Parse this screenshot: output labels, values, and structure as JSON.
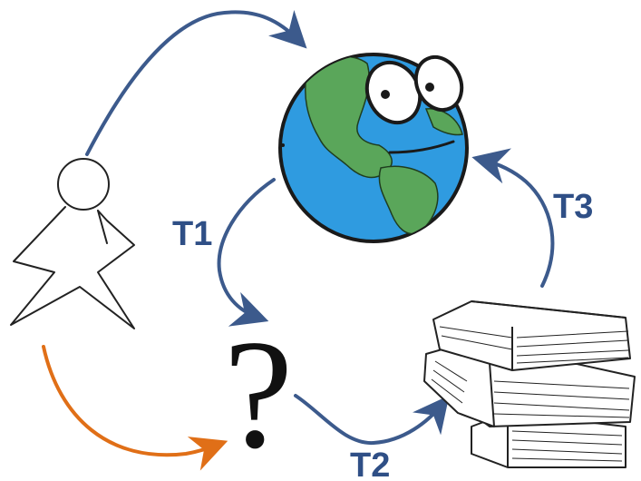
{
  "labels": {
    "t1": "T1",
    "t2": "T2",
    "t3": "T3",
    "question": "?"
  },
  "colors": {
    "arrow_blue": "#3c5a8c",
    "arrow_orange": "#e06f17",
    "label_blue": "#2f4f86",
    "ocean": "#2f9be0",
    "land": "#5aa65a",
    "outline": "#1a1a1a"
  },
  "icons": {
    "person": "person-stick-figure-icon",
    "globe": "globe-with-eyes-icon",
    "books": "book-stack-icon"
  }
}
